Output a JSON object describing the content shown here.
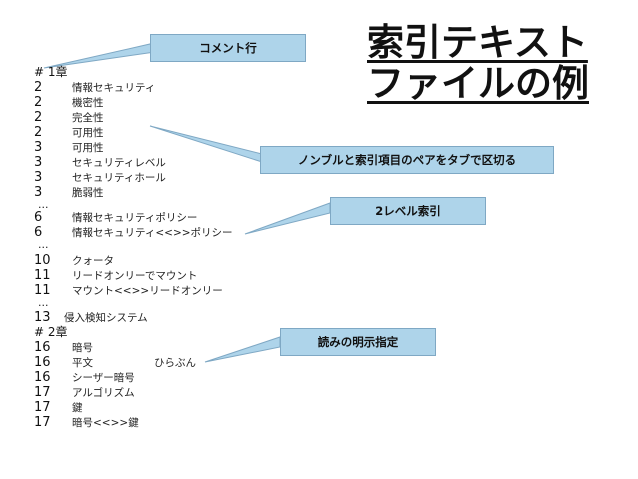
{
  "title": {
    "line1": "索引テキスト",
    "line2": "ファイルの例"
  },
  "callouts": {
    "comment": "コメント行",
    "nombre": "ノンブルと索引項目のペアをタブで区切る",
    "level2": "2レベル索引",
    "reading": "読みの明示指定"
  },
  "ellipsis": "...",
  "rows": {
    "r1": {
      "num": "# 1章",
      "text": ""
    },
    "r2": {
      "num": "2",
      "text": "情報セキュリティ"
    },
    "r3": {
      "num": "2",
      "text": "機密性"
    },
    "r4": {
      "num": "2",
      "text": "完全性"
    },
    "r5": {
      "num": "2",
      "text": "可用性"
    },
    "r6": {
      "num": "3",
      "text": "可用性"
    },
    "r7": {
      "num": "3",
      "text": "セキュリティレベル"
    },
    "r8": {
      "num": "3",
      "text": "セキュリティホール"
    },
    "r9": {
      "num": "3",
      "text": "脆弱性"
    },
    "r10": {
      "num": "6",
      "text": "情報セキュリティポリシー"
    },
    "r11": {
      "num": "6",
      "text": "情報セキュリティ<<>>ポリシー"
    },
    "r12": {
      "num": "10",
      "text": "クォータ"
    },
    "r13": {
      "num": "11",
      "text": "リードオンリーでマウント"
    },
    "r14": {
      "num": "11",
      "text": "マウント<<>>リードオンリー"
    },
    "r15": {
      "num": "13",
      "text": "侵入検知システム"
    },
    "r16": {
      "num": "# 2章",
      "text": ""
    },
    "r17": {
      "num": "16",
      "text": "暗号"
    },
    "r18": {
      "num": "16",
      "text": "平文",
      "reading": "ひらぶん"
    },
    "r19": {
      "num": "16",
      "text": "シーザー暗号"
    },
    "r20": {
      "num": "17",
      "text": "アルゴリズム"
    },
    "r21": {
      "num": "17",
      "text": "鍵"
    },
    "r22": {
      "num": "17",
      "text": "暗号<<>>鍵"
    }
  }
}
